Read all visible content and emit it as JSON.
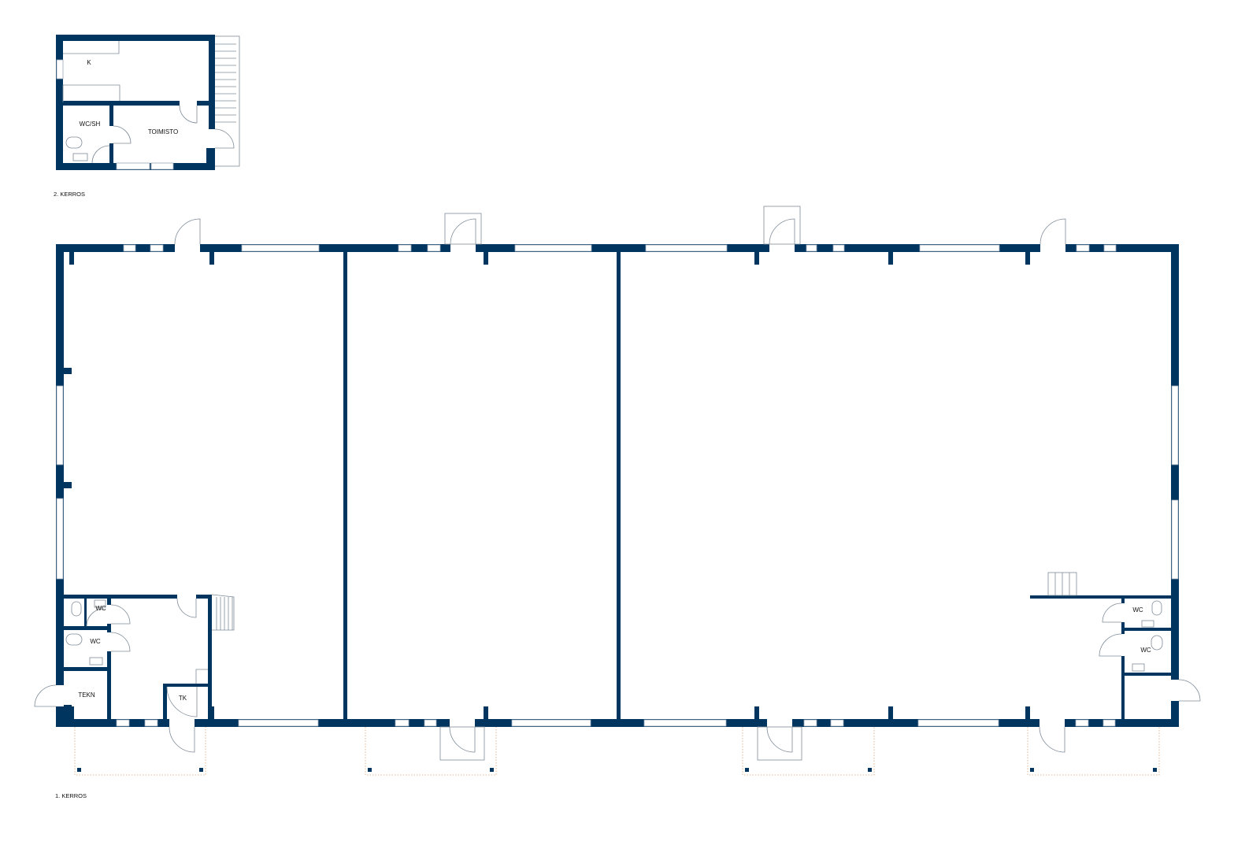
{
  "floor2": {
    "caption": "2. KERROS",
    "rooms": {
      "kitchen": "K",
      "wcsh": "WC/SH",
      "office": "TOIMISTO"
    }
  },
  "floor1": {
    "caption": "1. KERROS",
    "rooms": {
      "wc1": "WC",
      "wc2": "WC",
      "tekn": "TEKN",
      "tk": "TK",
      "wc3": "WC",
      "wc4": "WC"
    }
  },
  "colors": {
    "wall": "#003560",
    "porch": "#d9a27a"
  }
}
